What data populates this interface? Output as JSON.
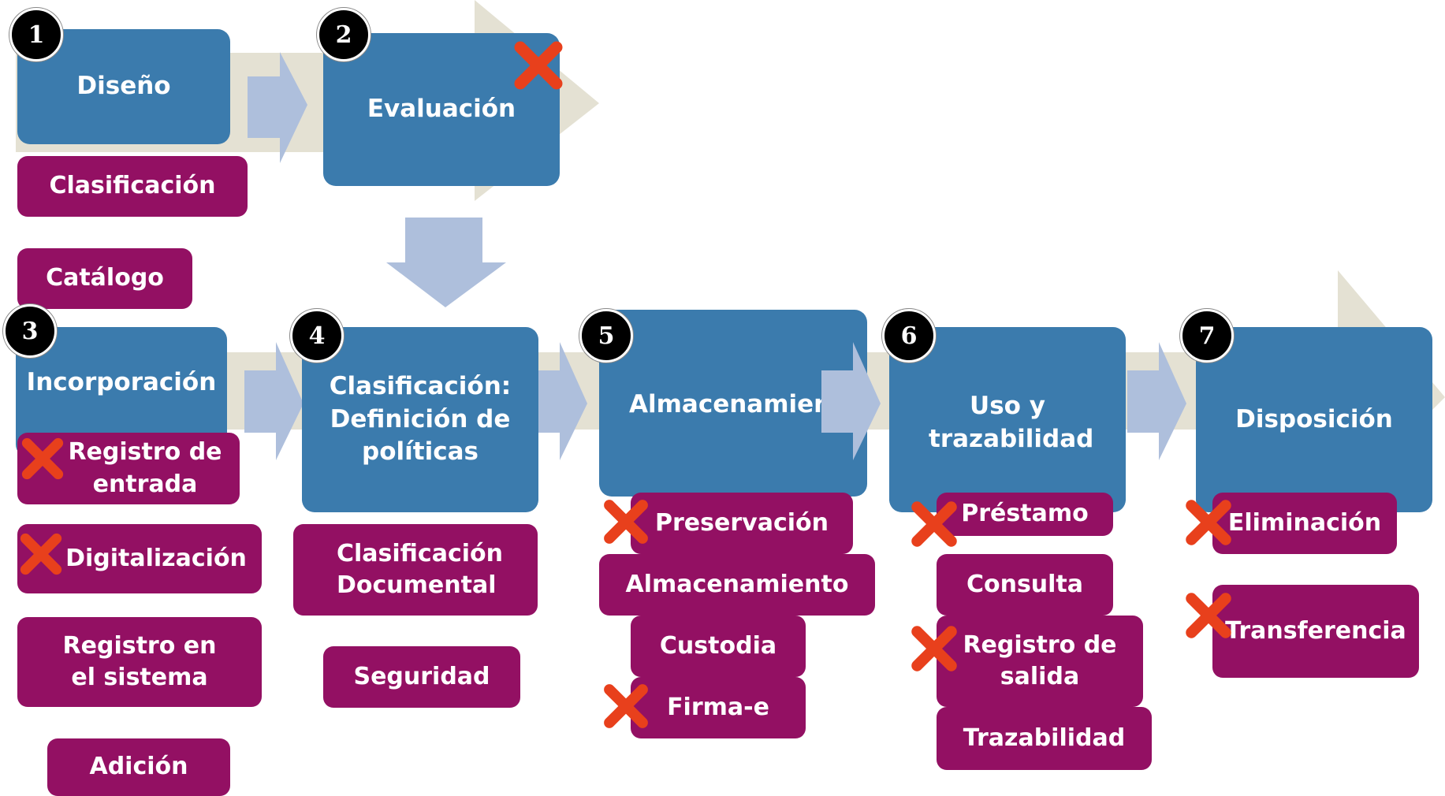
{
  "steps": [
    {
      "number": "1",
      "title": "Diseño"
    },
    {
      "number": "2",
      "title": "Evaluación"
    },
    {
      "number": "3",
      "title": "Incorporación"
    },
    {
      "number": "4",
      "title": "Clasificación: Definición de políticas"
    },
    {
      "number": "5",
      "title": "Almacenamient"
    },
    {
      "number": "6",
      "title": "Uso y trazabilidad"
    },
    {
      "number": "7",
      "title": "Disposición"
    }
  ],
  "tasks": {
    "clasificacion": "Clasificación",
    "catalogo": "Catálogo",
    "registro_entrada": "Registro de entrada",
    "digitalizacion": "Digitalización",
    "registro_sistema": "Registro en el sistema",
    "adicion": "Adición",
    "clasificacion_documental": "Clasificación Documental",
    "seguridad": "Seguridad",
    "preservacion": "Preservación",
    "almacenamiento": "Almacenamiento",
    "custodia": "Custodia",
    "firma_e": "Firma-e",
    "prestamo": "Préstamo",
    "consulta": "Consulta",
    "registro_salida": "Registro  de salida",
    "trazabilidad": "Trazabilidad",
    "eliminacion": "Eliminación",
    "transferencia": "Transferencia"
  },
  "colors": {
    "step_box": "#3b7bad",
    "task_box": "#931063",
    "flow_arrow": "#aebfdc",
    "backdrop_arrow": "#e4e1d3",
    "cross_mark": "#e8401c"
  },
  "icons": {
    "badge": "number-badge",
    "mark": "red-x-icon"
  }
}
